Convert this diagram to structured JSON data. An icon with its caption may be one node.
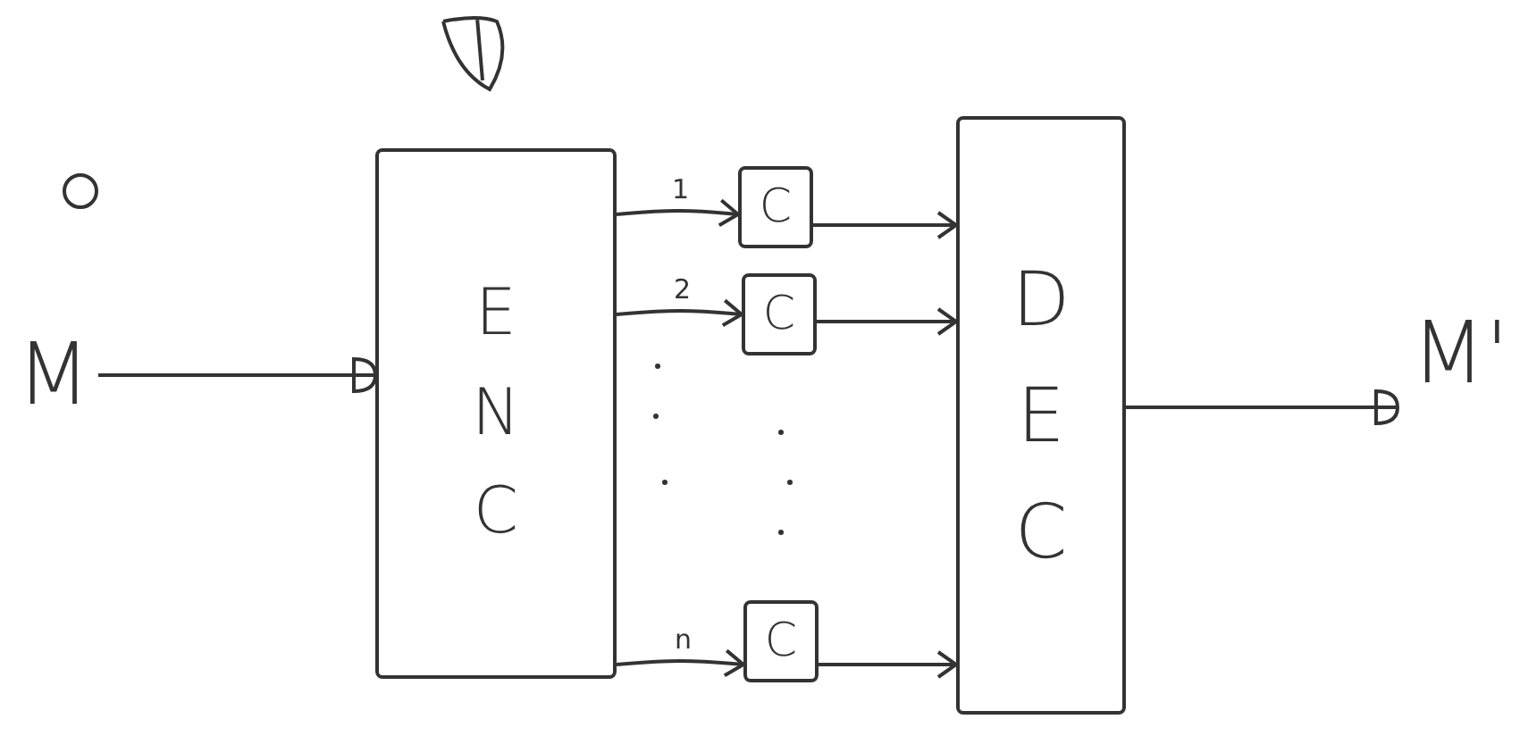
{
  "diagram": {
    "nodes": [
      {
        "text": [
          "M"
        ]
      },
      {
        "text": [
          "E N C"
        ]
      },
      {
        "text": [
          "C"
        ]
      },
      {
        "text": [
          "C"
        ]
      },
      {
        "text": [
          "C"
        ]
      },
      {
        "text": [
          "D E C"
        ]
      },
      {
        "text": [
          "M'"
        ]
      }
    ],
    "edges": [
      {
        "from": 0,
        "to": 1,
        "arrow": "to"
      },
      {
        "from": 1,
        "to": 2,
        "arrow": "to",
        "label": "1"
      },
      {
        "from": 1,
        "to": 3,
        "arrow": "to",
        "label": "2"
      },
      {
        "from": 1,
        "to": 4,
        "arrow": "to",
        "label": "n"
      },
      {
        "from": 2,
        "to": 5,
        "arrow": "to"
      },
      {
        "from": 3,
        "to": 5,
        "arrow": "to"
      },
      {
        "from": 4,
        "to": 5,
        "arrow": "to"
      },
      {
        "from": 5,
        "to": 6,
        "arrow": "to"
      }
    ]
  }
}
